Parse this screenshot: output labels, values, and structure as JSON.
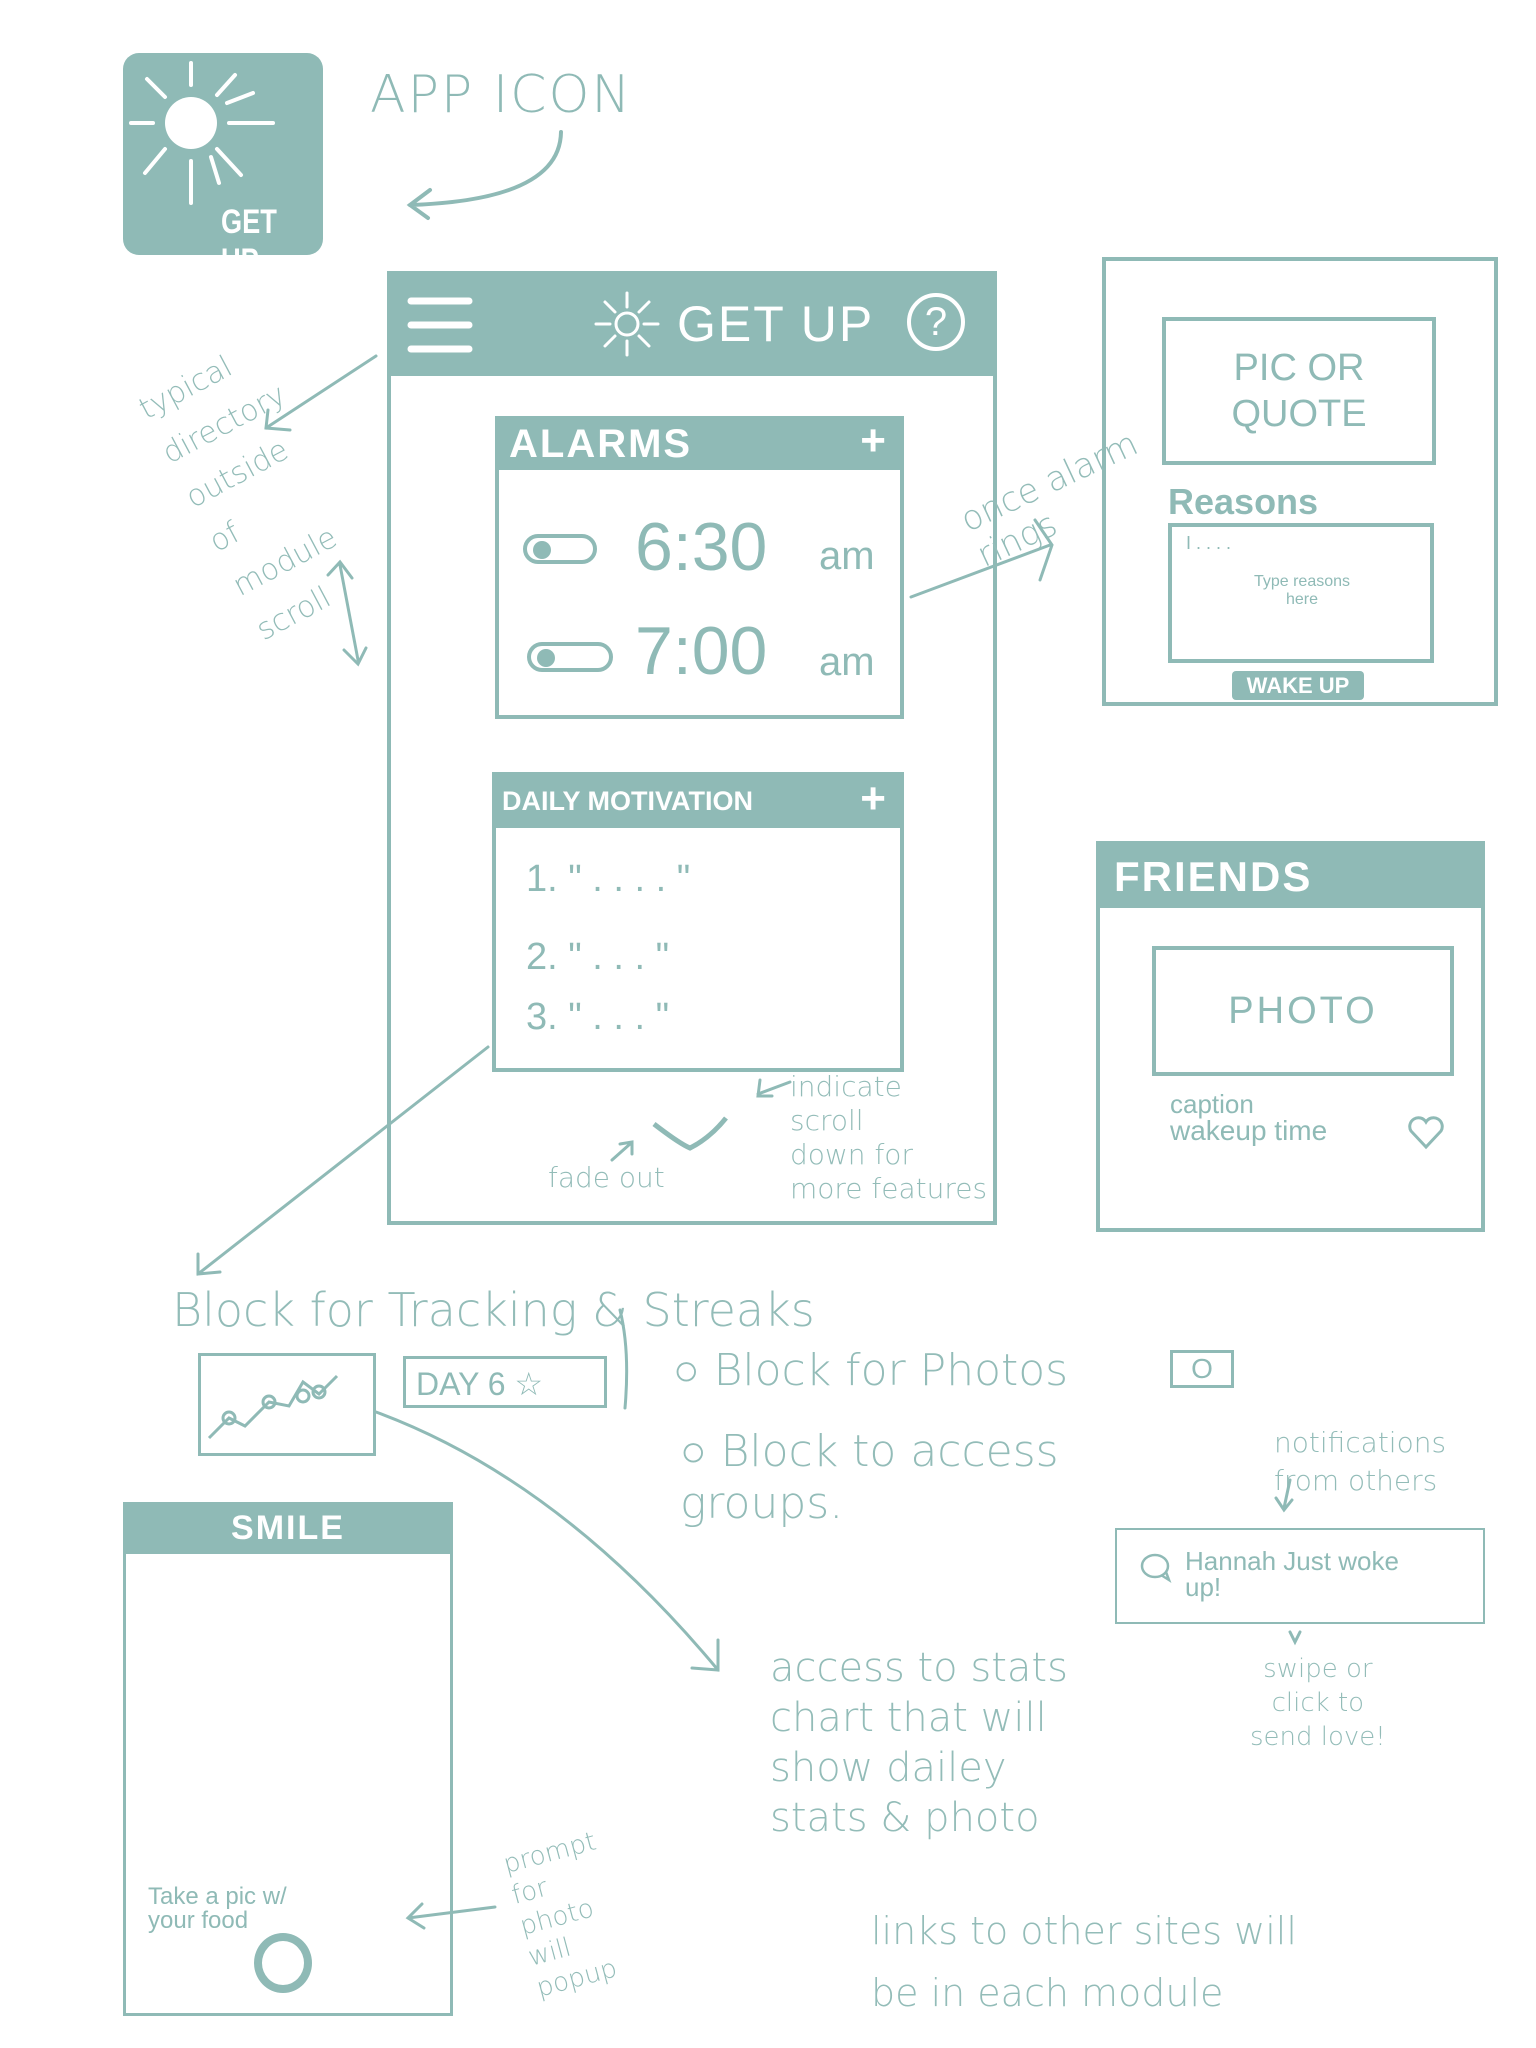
{
  "app_icon": {
    "label": "GET UP.",
    "caption": "APP ICON"
  },
  "phone": {
    "header": {
      "title": "GET UP",
      "menu_icon": "hamburger-icon",
      "help_icon": "question-icon"
    },
    "alarms": {
      "title": "ALARMS",
      "add": "+",
      "items": [
        {
          "time": "6:30",
          "period": "am",
          "enabled": false
        },
        {
          "time": "7:00",
          "period": "am",
          "enabled": false
        }
      ]
    },
    "daily_motivation": {
      "title": "DAILY MOTIVATION",
      "add": "+",
      "items": [
        "1. \" . . . . \"",
        "2. \" . . . \"",
        "3. \" . . . \""
      ]
    },
    "fade_note": "fade out",
    "scroll_note": "indicate\nscroll\ndown for\nmore features"
  },
  "left_note": "typical\ndirectory\noutside\nof\nmodule\nscroll",
  "alarm_screen": {
    "trigger_note": "once alarm rings",
    "pic_box": "PIC OR\nQUOTE",
    "reasons_label": "Reasons",
    "reasons_value": "I . . . .",
    "reasons_placeholder": "Type reasons\nhere",
    "wake_button": "WAKE UP"
  },
  "friends": {
    "title": "FRIENDS",
    "photo": "PHOTO",
    "caption": "caption",
    "wakeup_time": "wakeup time"
  },
  "tracking": {
    "title": "Block for Tracking & Streaks",
    "streak_badge": "DAY 6 ☆",
    "photos_block": "Block for Photos",
    "photos_icon_label": "O",
    "groups_block": "Block to access\ngroups."
  },
  "stats_note": "access to stats\nchart that will\nshow dailey\nstats & photo",
  "notifications": {
    "note": "notifications\nfrom others",
    "message": "Hannah Just woke\nup!",
    "action_note": "swipe or\nclick to\nsend love!"
  },
  "smile": {
    "title": "SMILE",
    "prompt": "Take a pic w/\nyour food",
    "prompt_note": "prompt\nfor\nphoto\nwill\npopup"
  },
  "links_note": "links to  other sites will\nbe  in each module",
  "colors": {
    "accent": "#8fbab6",
    "text": "#93bcb8"
  }
}
